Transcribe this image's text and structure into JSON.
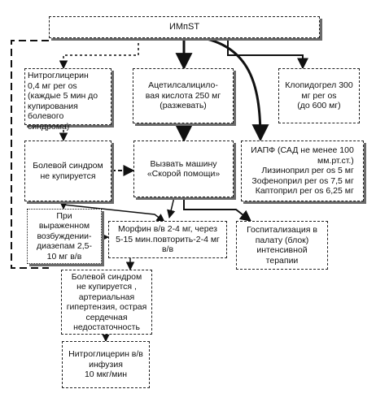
{
  "diagram": {
    "nodes": {
      "imnst": "ИМпST",
      "nitro_oral": "Нитроглицерин\n0,4 мг per os\n(каждые 5 мин до\nкупирования\nболевого\nсиндрома)",
      "aspirin": "Ацетилсалицило-\nвая кислота 250 мг\n(разжевать)",
      "clopidogrel": "Клопидогрел 300\nмг per os\n(до 600 мг)",
      "pain_persists": "Болевой синдром\nне купируется",
      "ambulance": "Вызвать машину\n«Скорой помощи»",
      "acei": "ИАПФ (САД не менее 100\nмм.рт.ст.)\nЛизиноприл per os 5 мг\nЗофеноприл per os 7,5 мг\nКаптоприл per os 6,25 мг",
      "diazepam": "При\nвыраженном\nвозбуждении-\nдиазепам 2,5-\n10 мг в/в",
      "morphine": "Морфин в/в 2-4 мг, через\n5-15 мин.повторить-2-4 мг\nв/в",
      "hospital": "Госпитализация в\nпалату (блок)\nинтенсивной\nтерапии",
      "complications": "Болевой синдром\nне купируется ,\nартериальная\nгипертензия, острая\nсердечная\nнедостаточность",
      "nitro_iv": "Нитроглицерин в/в\nинфузия\n10 мкг/мин"
    }
  }
}
